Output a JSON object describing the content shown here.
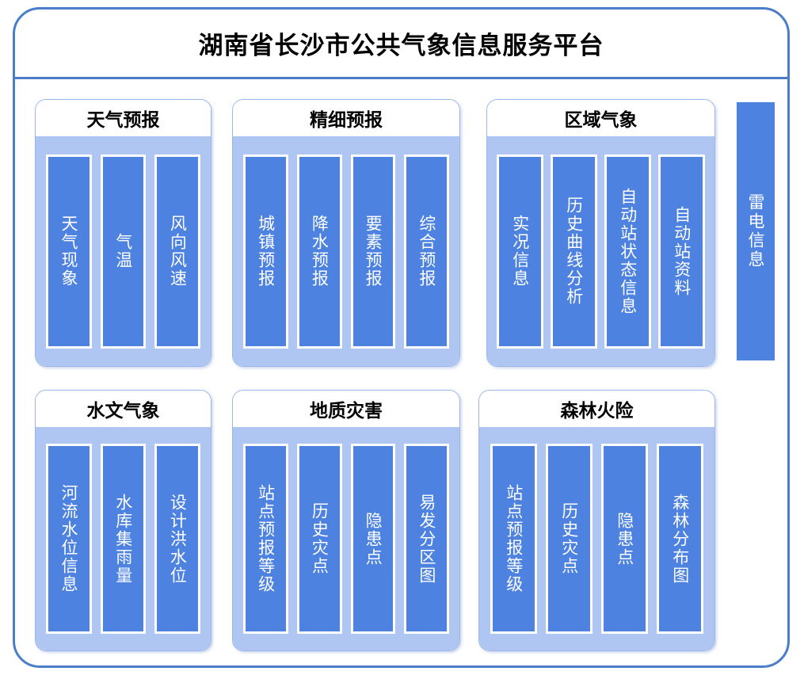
{
  "header": {
    "title": "湖南省长沙市公共气象信息服务平台"
  },
  "colors": {
    "frame_border": "#4a7ec8",
    "module_border": "#9ab6e8",
    "module_body_bg": "#aec6f1",
    "item_bg": "#4d82e0",
    "item_border": "#ffffff",
    "item_text": "#ffffff",
    "title_text": "#000000"
  },
  "modules": [
    {
      "id": "weather-forecast",
      "title": "天气预报",
      "items": [
        {
          "label": "天气现象"
        },
        {
          "label": "气温"
        },
        {
          "label": "风向风速"
        }
      ]
    },
    {
      "id": "fine-forecast",
      "title": "精细预报",
      "items": [
        {
          "label": "城镇预报"
        },
        {
          "label": "降水预报"
        },
        {
          "label": "要素预报"
        },
        {
          "label": "综合预报"
        }
      ]
    },
    {
      "id": "regional-met",
      "title": "区域气象",
      "items": [
        {
          "label": "实况信息"
        },
        {
          "label": "历史曲线分析"
        },
        {
          "label": "自动站状态信息"
        },
        {
          "label": "自动站资料"
        }
      ]
    },
    {
      "id": "hydro-met",
      "title": "水文气象",
      "items": [
        {
          "label": "河流水位信息"
        },
        {
          "label": "水库集雨量"
        },
        {
          "label": "设计洪水位"
        }
      ]
    },
    {
      "id": "geo-hazard",
      "title": "地质灾害",
      "items": [
        {
          "label": "站点预报等级"
        },
        {
          "label": "历史灾点"
        },
        {
          "label": "隐患点"
        },
        {
          "label": "易发分区图"
        }
      ]
    },
    {
      "id": "forest-fire",
      "title": "森林火险",
      "items": [
        {
          "label": "站点预报等级"
        },
        {
          "label": "历史灾点"
        },
        {
          "label": "隐患点"
        },
        {
          "label": "森林分布图"
        }
      ]
    }
  ],
  "standalone": {
    "lightning": {
      "label": "雷电信息"
    }
  }
}
